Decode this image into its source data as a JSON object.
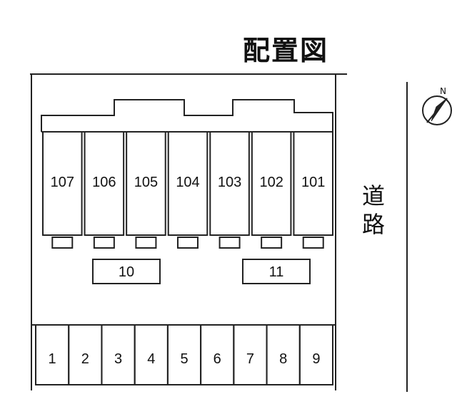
{
  "title": "配置図",
  "road_label": [
    "道",
    "路"
  ],
  "compass_label": "N",
  "units": [
    "107",
    "106",
    "105",
    "104",
    "103",
    "102",
    "101"
  ],
  "bike_parking": [
    "10",
    "11"
  ],
  "parking_spaces": [
    "1",
    "2",
    "3",
    "4",
    "5",
    "6",
    "7",
    "8",
    "9"
  ]
}
